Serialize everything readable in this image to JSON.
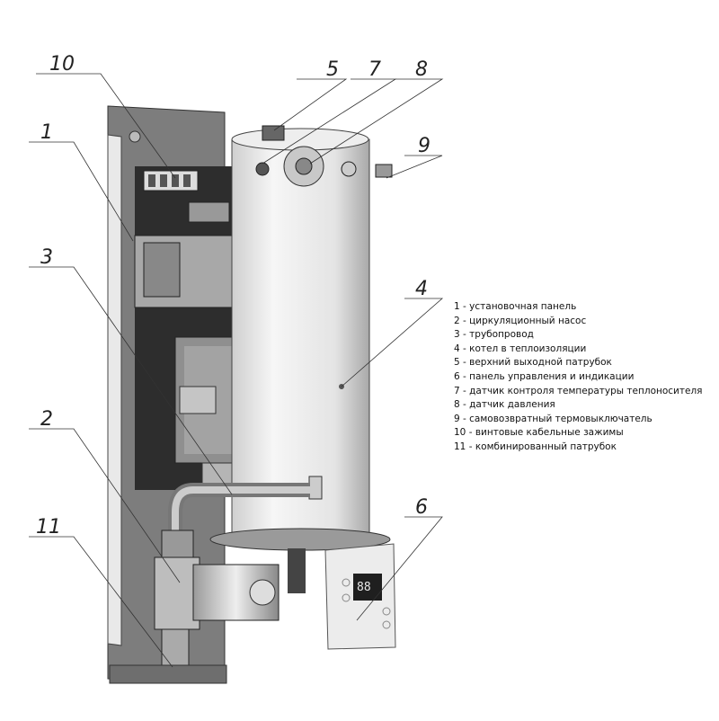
{
  "callouts": [
    {
      "num": "1",
      "label": "установочная панель"
    },
    {
      "num": "2",
      "label": "циркуляционный насос"
    },
    {
      "num": "3",
      "label": "трубопровод"
    },
    {
      "num": "4",
      "label": "котел в теплоизоляции"
    },
    {
      "num": "5",
      "label": "верхний выходной патрубок"
    },
    {
      "num": "6",
      "label": "панель управления и индикации"
    },
    {
      "num": "7",
      "label": "датчик контроля температуры теплоносителя"
    },
    {
      "num": "8",
      "label": "датчик давления"
    },
    {
      "num": "9",
      "label": "самовозвратный термовыключатель"
    },
    {
      "num": "10",
      "label": "винтовые кабельные зажимы"
    },
    {
      "num": "11",
      "label": "комбинированный патрубок"
    }
  ],
  "separator": " - ",
  "display": {
    "value": "88"
  }
}
